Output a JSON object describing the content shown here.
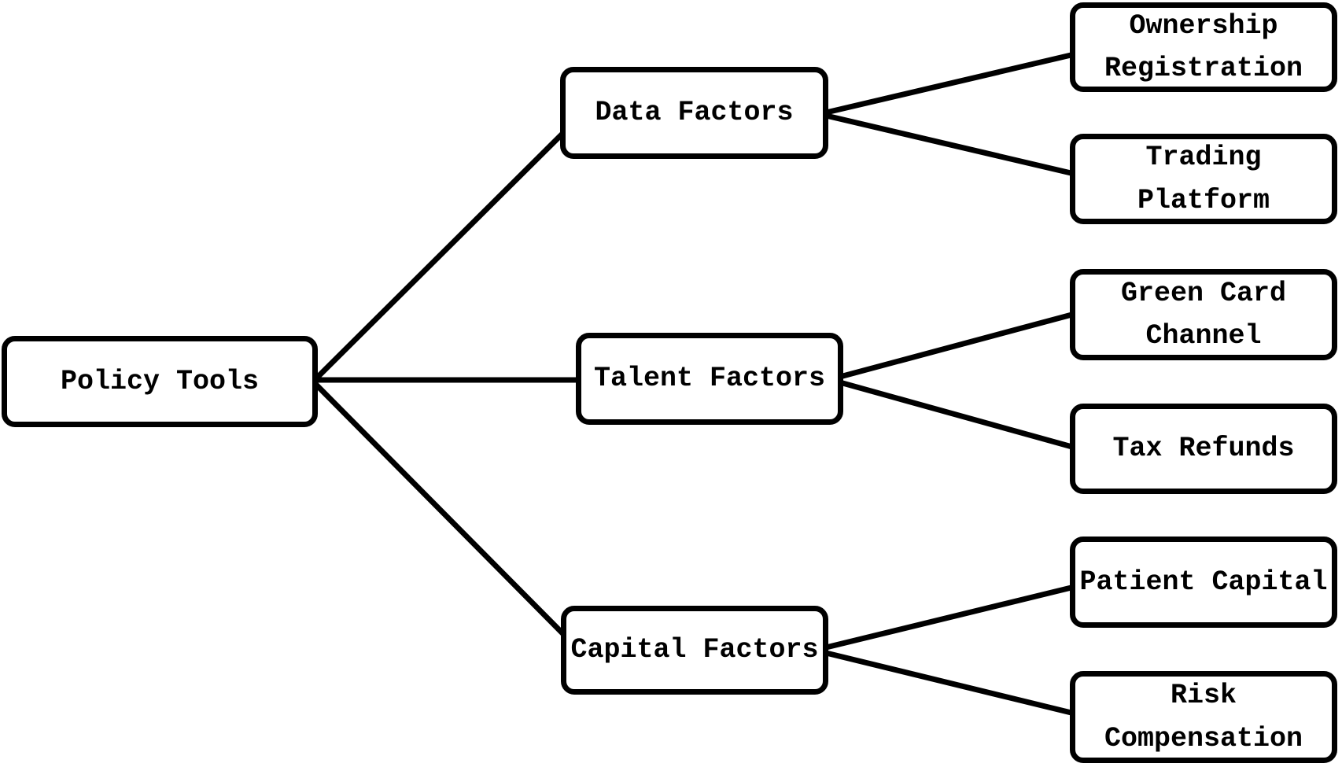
{
  "colors": {
    "background": "#ffffff",
    "box_fill": "#ffffff",
    "box_border": "#000000",
    "line": "#000000",
    "text": "#000000"
  },
  "nodes": {
    "policy_tools": {
      "label": "Policy Tools"
    },
    "data_factors": {
      "label": "Data Factors"
    },
    "talent_factors": {
      "label": "Talent Factors"
    },
    "capital_factors": {
      "label": "Capital Factors"
    },
    "ownership_registration": {
      "label": "Ownership\nRegistration"
    },
    "trading_platform": {
      "label": "Trading\nPlatform"
    },
    "green_card_channel": {
      "label": "Green Card\nChannel"
    },
    "tax_refunds": {
      "label": "Tax Refunds"
    },
    "patient_capital": {
      "label": "Patient Capital"
    },
    "risk_compensation": {
      "label": "Risk\nCompensation"
    }
  },
  "edges": [
    {
      "from": "policy_tools",
      "to": "data_factors"
    },
    {
      "from": "policy_tools",
      "to": "talent_factors"
    },
    {
      "from": "policy_tools",
      "to": "capital_factors"
    },
    {
      "from": "data_factors",
      "to": "ownership_registration"
    },
    {
      "from": "data_factors",
      "to": "trading_platform"
    },
    {
      "from": "talent_factors",
      "to": "green_card_channel"
    },
    {
      "from": "talent_factors",
      "to": "tax_refunds"
    },
    {
      "from": "capital_factors",
      "to": "patient_capital"
    },
    {
      "from": "capital_factors",
      "to": "risk_compensation"
    }
  ]
}
